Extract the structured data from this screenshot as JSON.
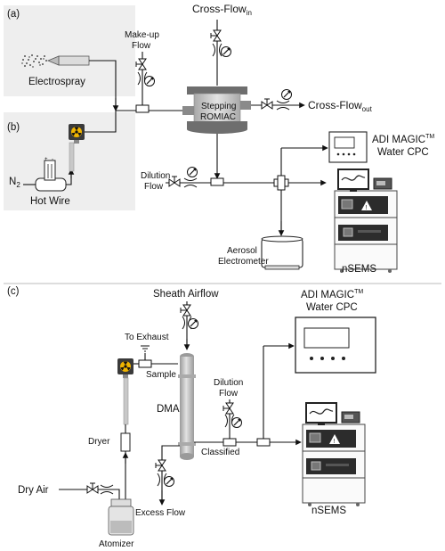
{
  "panels": {
    "a": "(a)",
    "b": "(b)",
    "c": "(c)"
  },
  "top": {
    "cross_flow_in": "Cross-Flow",
    "cross_flow_in_sub": "in",
    "make_up_flow_1": "Make-up",
    "make_up_flow_2": "Flow",
    "electrospray": "Electrospray",
    "stepping_1": "Stepping",
    "stepping_2": "ROMIAC",
    "cross_flow_out": "Cross-Flow",
    "cross_flow_out_sub": "out",
    "n2": "N",
    "n2_sub": "2",
    "hot_wire": "Hot Wire",
    "dilution_flow_1": "Dilution",
    "dilution_flow_2": "Flow",
    "cpc_1": "ADI MAGIC",
    "cpc_tm": "TM",
    "cpc_2": "Water CPC",
    "aerosol_1": "Aerosol",
    "aerosol_2": "Electrometer",
    "nsems": "nSEMS"
  },
  "bottom": {
    "sheath_airflow": "Sheath Airflow",
    "to_exhaust": "To Exhaust",
    "sample": "Sample",
    "dma": "DMA",
    "dilution_flow_1": "Dilution",
    "dilution_flow_2": "Flow",
    "classified": "Classified",
    "cpc_1": "ADI MAGIC",
    "cpc_tm": "TM",
    "cpc_2": "Water CPC",
    "dryer": "Dryer",
    "dry_air": "Dry Air",
    "excess_flow": "Excess Flow",
    "atomizer": "Atomizer",
    "nsems": "nSEMS"
  },
  "colors": {
    "panel_bg": "#eeeeee",
    "romiac_body": "#cfcfcf",
    "romiac_plate": "#6e6e6e",
    "dma_column": "#c8c8c8",
    "radiation_yellow": "#f0b400",
    "divider": "#bbbbbb"
  }
}
